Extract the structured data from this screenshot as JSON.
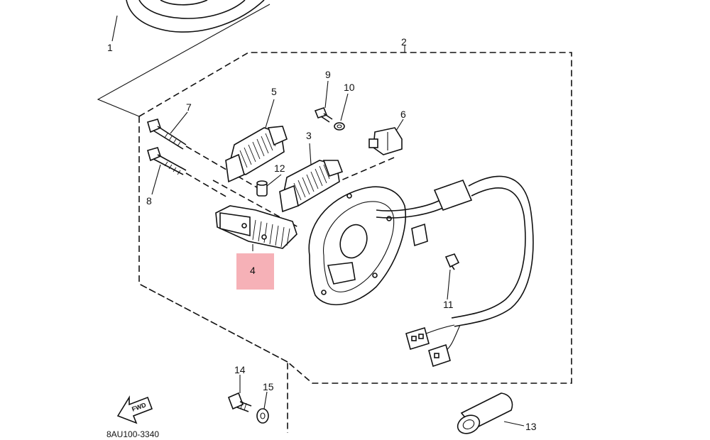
{
  "diagram": {
    "code": "8AU100-3340",
    "fwd_label": "FWD",
    "highlight_color": "#f5a3aa",
    "highlighted_part": "4",
    "callouts": {
      "p1": "1",
      "p2": "2",
      "p3": "3",
      "p4": "4",
      "p5": "5",
      "p6": "6",
      "p7": "7",
      "p8": "8",
      "p9": "9",
      "p10": "10",
      "p11": "11",
      "p12": "12",
      "p13": "13",
      "p14": "14",
      "p15": "15"
    }
  }
}
